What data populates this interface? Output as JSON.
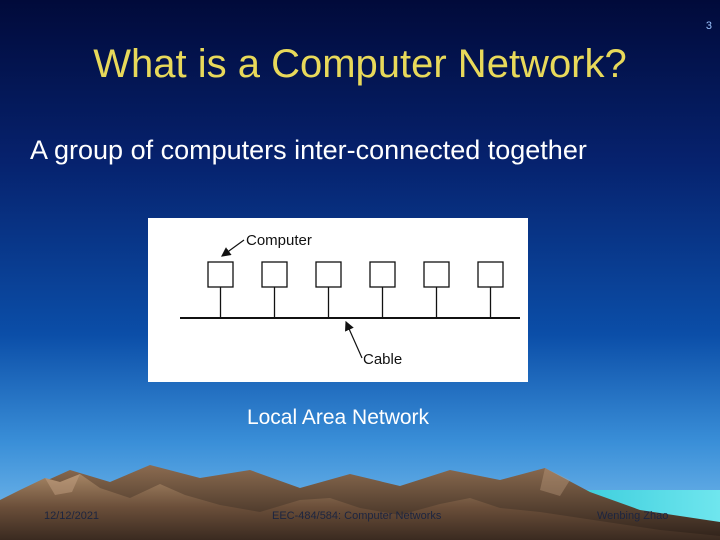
{
  "slide": {
    "number": "3",
    "title": "What is a Computer Network?",
    "subtitle": "A group of computers inter-connected together",
    "caption": "Local Area Network"
  },
  "diagram": {
    "computer_label": "Computer",
    "cable_label": "Cable",
    "computer_count": 6
  },
  "footer": {
    "date": "12/12/2021",
    "course": "EEC-484/584: Computer Networks",
    "author": "Wenbing Zhao"
  },
  "colors": {
    "title": "#e8d95a",
    "background_top": "#010a3a",
    "background_bottom": "#7fc0ee",
    "mountains": "#8a6a4e"
  }
}
